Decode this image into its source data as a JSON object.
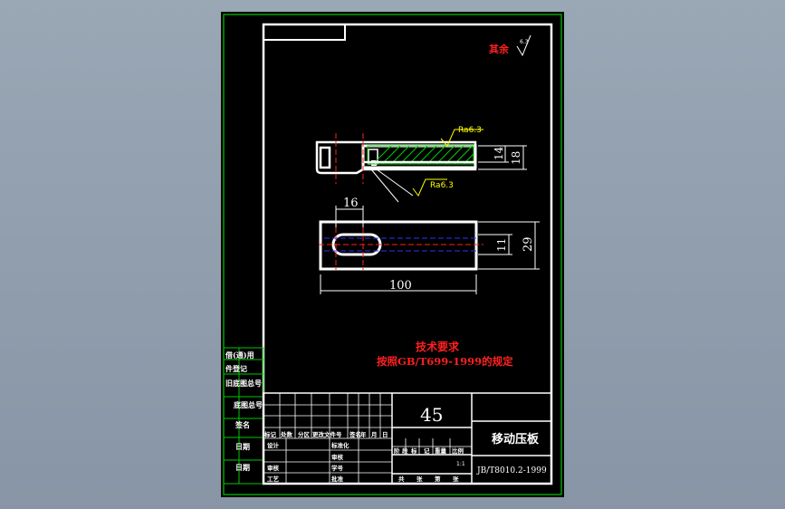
{
  "drawing": {
    "roughness_corner": {
      "label": "其余",
      "symbol_value": "6.3"
    },
    "top_view": {
      "roughness_label_a": "Ra6.3",
      "roughness_label_b": "Ra6.3",
      "dim_14": "14",
      "dim_18": "18"
    },
    "front_view": {
      "dim_16": "16",
      "dim_11": "11",
      "dim_29": "29",
      "dim_100": "100"
    },
    "tech_req": {
      "title": "技术要求",
      "line1": "按照GB/T699-1999的规定"
    }
  },
  "side_labels": {
    "a": "借(通)用",
    "b": "件登记",
    "c": "旧底图总号",
    "d": "底图总号",
    "e": "签名",
    "f": "日期",
    "g": "日期"
  },
  "title_block": {
    "material": "45",
    "part_name": "移动压板",
    "drawing_no": "JB/T8010.2-1999",
    "scale": "1:1",
    "headers": [
      "标记",
      "处数",
      "分区",
      "更改文件号",
      "签名",
      "年",
      "月",
      "日"
    ],
    "row_labels": {
      "design": "设计",
      "standardize": "标准化",
      "review": "审核",
      "process": "工艺",
      "approve": "批准",
      "check": "审核",
      "proof": "学号"
    },
    "stage_headers": [
      "阶",
      "段",
      "标",
      "记",
      "重量",
      "比例"
    ],
    "sheet_row": [
      "共",
      "张",
      "第",
      "张"
    ]
  },
  "colors": {
    "background": "#000000",
    "frame": "#00c800",
    "line": "#ffffff",
    "accent": "#ff2020",
    "hatch": "#00d000",
    "leader": "#ffff00",
    "hidden": "#3030ff"
  }
}
